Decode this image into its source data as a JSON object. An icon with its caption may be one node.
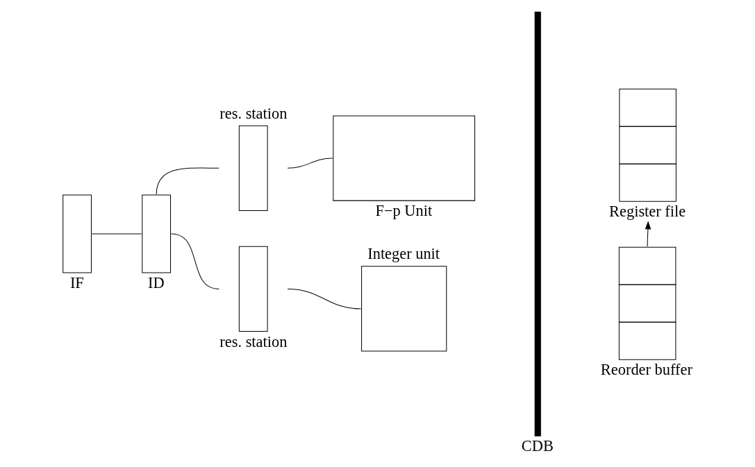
{
  "diagram": {
    "nodes": [
      {
        "text": [
          "IF"
        ]
      },
      {
        "text": [
          "ID"
        ]
      },
      {
        "text": [
          "res. station"
        ]
      },
      {
        "text": [
          "F−p Unit"
        ]
      },
      {
        "text": [
          "res. station"
        ]
      },
      {
        "text": [
          "Integer unit"
        ]
      },
      {
        "text": [
          "CDB"
        ]
      },
      {
        "text": [
          "Register file"
        ]
      },
      {
        "text": [
          "Reorder buffer"
        ]
      }
    ],
    "edges": [
      {
        "from": 0,
        "to": 1,
        "arrow": "none"
      },
      {
        "from": 1,
        "to": 2,
        "arrow": "none"
      },
      {
        "from": 1,
        "to": 4,
        "arrow": "none"
      },
      {
        "from": 2,
        "to": 3,
        "arrow": "none"
      },
      {
        "from": 4,
        "to": 5,
        "arrow": "none"
      },
      {
        "from": 8,
        "to": 7,
        "arrow": "to"
      }
    ]
  }
}
